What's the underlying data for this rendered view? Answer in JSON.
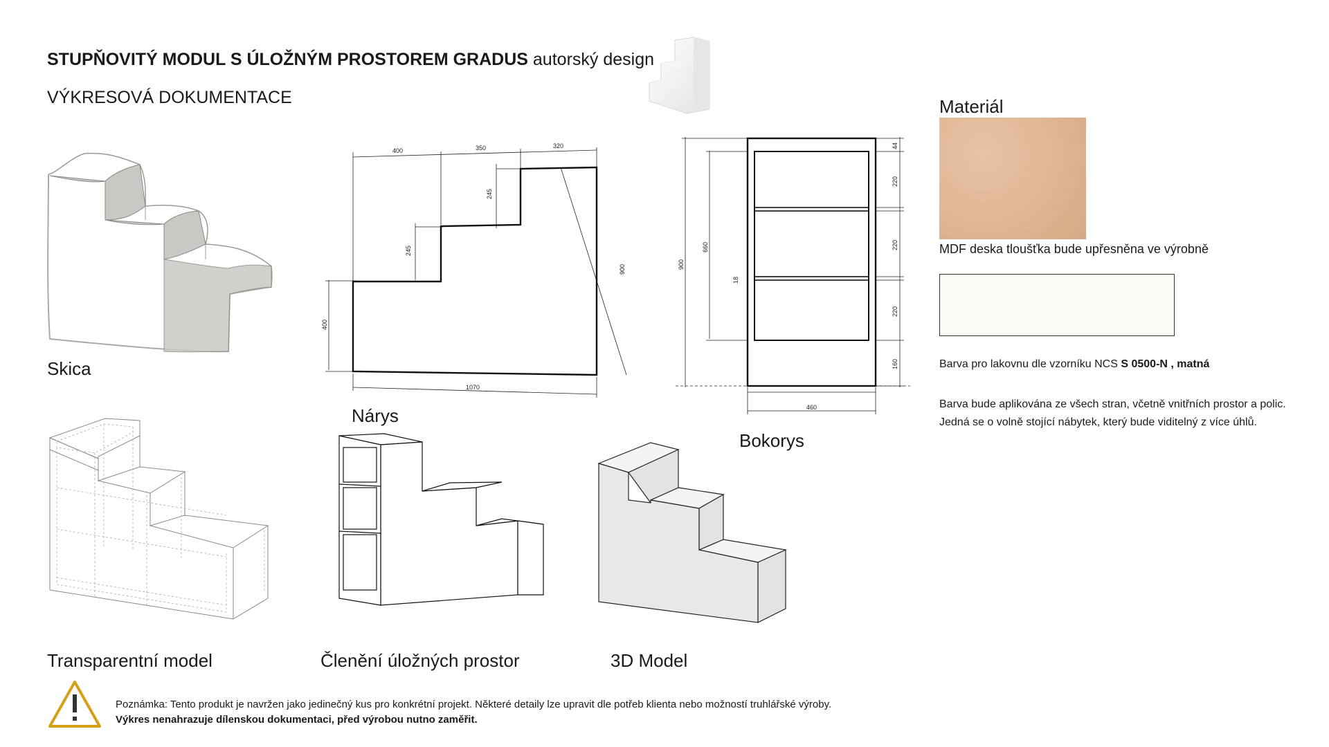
{
  "header": {
    "title_bold": "STUPŇOVITÝ MODUL S ÚLOŽNÝM PROSTOREM GRADUS",
    "title_rest": "autorský design",
    "subtitle": "VÝKRESOVÁ DOKUMENTACE"
  },
  "views": {
    "sketch": "Skica",
    "front": "Nárys",
    "side": "Bokorys",
    "transparent": "Transparentní model",
    "storage": "Členění úložných prostor",
    "model3d": "3D Model"
  },
  "front_dims": {
    "w1": "400",
    "w2": "350",
    "w3": "320",
    "h_step": "245",
    "h_step2": "245",
    "h_base": "400",
    "h_total": "900",
    "w_total": "1070"
  },
  "side_dims": {
    "h_total": "900",
    "h_inner": "660",
    "shelf": "18",
    "top": "44",
    "c1": "220",
    "c2": "220",
    "c3": "220",
    "bottom": "160",
    "width": "460"
  },
  "material": {
    "title": "Materiál",
    "description": "MDF deska tloušťka bude upřesněna ve výrobně",
    "swatch_color": "#ddb592"
  },
  "paint": {
    "prefix": "Barva pro lakovnu dle vzorníku NCS",
    "code": "S 0500-N , matná",
    "swatch_color": "#fbfaf7",
    "apply_line1": "Barva bude aplikována ze všech stran, včetně vnitřních prostor a polic.",
    "apply_line2": "Jedná se o volně stojící nábytek, který bude viditelný z více úhlů."
  },
  "note": {
    "line1": "Poznámka: Tento produkt je navržen jako jedinečný kus pro konkrétní projekt. Některé detaily lze upravit dle potřeb klienta nebo možností truhlářské výroby.",
    "line2": "Výkres nenahrazuje dílenskou dokumentaci, před výrobou nutno zaměřit.",
    "warning_color": "#d4a017"
  }
}
